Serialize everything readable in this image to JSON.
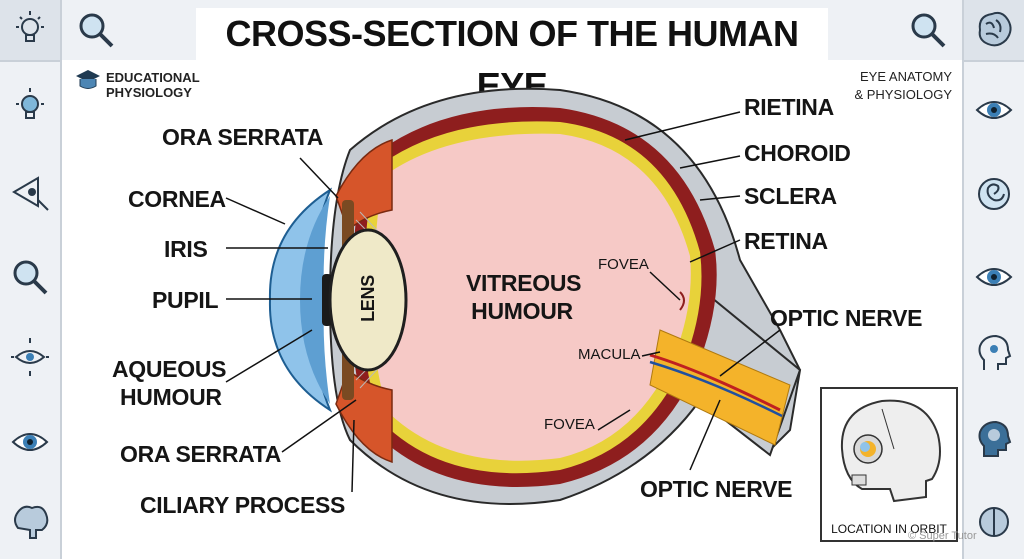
{
  "header": {
    "title": "CROSS-SECTION OF THE HUMAN EYE"
  },
  "corner_left": {
    "line1": "EDUCATIONAL",
    "line2": "PHYSIOLOGY"
  },
  "corner_right": {
    "line1": "EYE ANATOMY",
    "line2": "& PHYSIOLOGY"
  },
  "labels": {
    "ora_serrata_top": "ORA SERRATA",
    "cornea": "CORNEA",
    "iris": "IRIS",
    "pupil": "PUPIL",
    "aqueous_line1": "AQUEOUS",
    "aqueous_line2": "HUMOUR",
    "ora_serrata_bottom": "ORA SERRATA",
    "ciliary_process": "CILIARY PROCESS",
    "lens": "LENS",
    "vitreous_line1": "VITREOUS",
    "vitreous_line2": "HUMOUR",
    "rietina": "RIETINA",
    "choroid": "CHOROID",
    "sclera": "SCLERA",
    "retina": "RETINA",
    "fovea_top": "FOVEA",
    "macula": "MACULA",
    "fovea_bottom": "FOVEA",
    "optic_nerve_top": "OPTIC NERVE",
    "optic_nerve_bottom": "OPTIC NERVE"
  },
  "inset": {
    "label": "LOCATION IN ORBIT"
  },
  "watermark": "© Super Tutor",
  "colors": {
    "sclera": "#c7ccd2",
    "choroid": "#8e1e1e",
    "retina": "#e8d23a",
    "vitreous": "#f6c9c6",
    "cornea": "#8fc3ea",
    "lens": "#efe9c8",
    "nerve": "#f4b32a",
    "ciliary": "#d6552a"
  },
  "icons": {
    "left": [
      "lightbulb-icon",
      "lightbulb-icon",
      "eye-outline-icon",
      "magnifier-icon",
      "eye-radiant-icon",
      "eye-icon",
      "brain-icon"
    ],
    "right": [
      "brain-icon",
      "eye-icon",
      "ear-spiral-icon",
      "eye-icon",
      "head-eye-icon",
      "head-brain-icon",
      "brain-icon"
    ],
    "top": [
      "magnifier-icon",
      "magnifier-icon"
    ]
  }
}
